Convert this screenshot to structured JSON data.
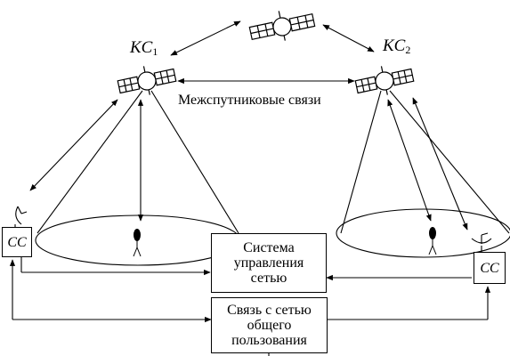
{
  "satellites": {
    "left": {
      "name": "KC",
      "index": "1"
    },
    "right": {
      "name": "KC",
      "index": "2"
    }
  },
  "inter_satellite_label": "Межспутниковые связи",
  "ground_stations": {
    "left": "CC",
    "right": "CC"
  },
  "network_control": {
    "lines": [
      "Система",
      "управления",
      "сетью"
    ]
  },
  "public_network": {
    "lines": [
      "Связь с сетью",
      "общего",
      "пользования"
    ]
  },
  "colors": {
    "line": "#000000",
    "background": "#ffffff"
  },
  "icons": [
    "satellite-icon",
    "user-terminal-icon",
    "dish-antenna-icon"
  ]
}
